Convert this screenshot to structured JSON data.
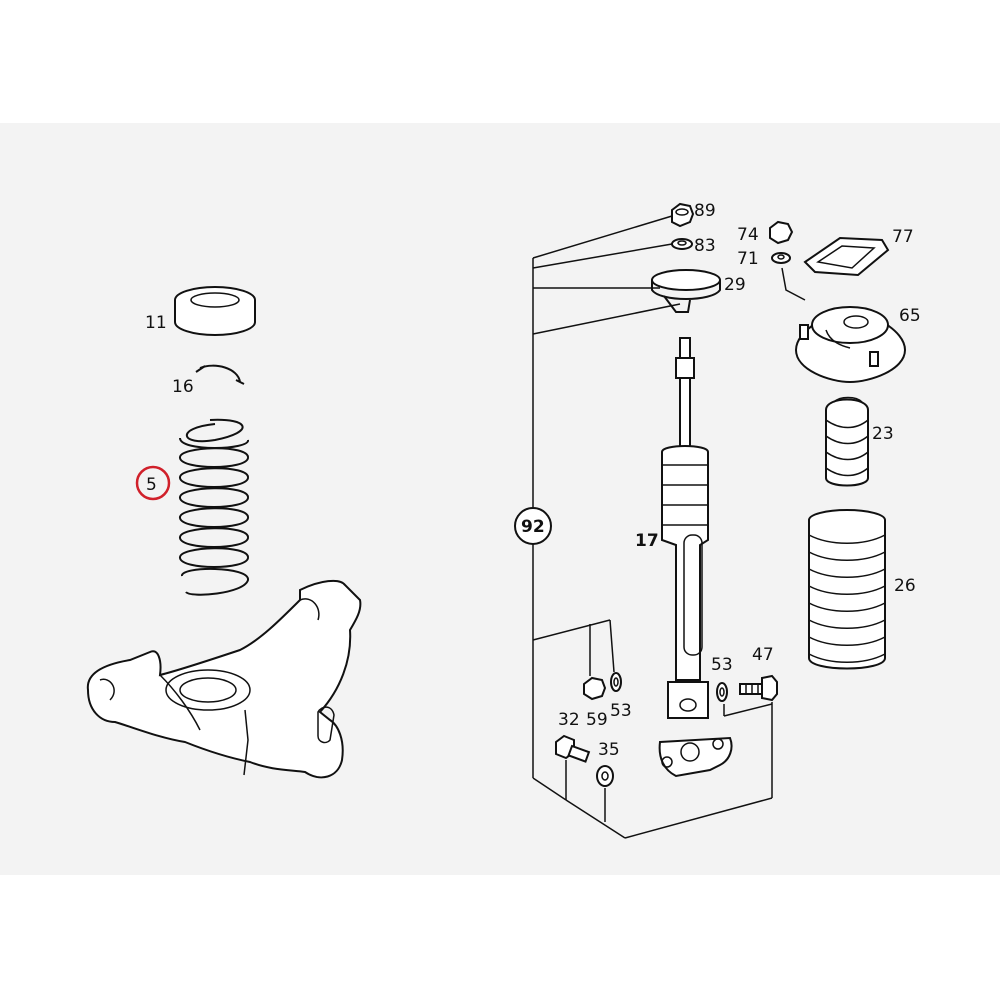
{
  "diagram": {
    "callouts": {
      "p11": "11",
      "p16": "16",
      "p5": "5",
      "p89": "89",
      "p83": "83",
      "p29": "29",
      "p74": "74",
      "p71": "71",
      "p77": "77",
      "p65": "65",
      "p23": "23",
      "p26": "26",
      "p92": "92",
      "p17": "17",
      "p53a": "53",
      "p47": "47",
      "p32": "32",
      "p59": "59",
      "p53b": "53",
      "p35": "35"
    },
    "highlight_color": "#d0202a",
    "panel_color": "#f3f3f3"
  }
}
